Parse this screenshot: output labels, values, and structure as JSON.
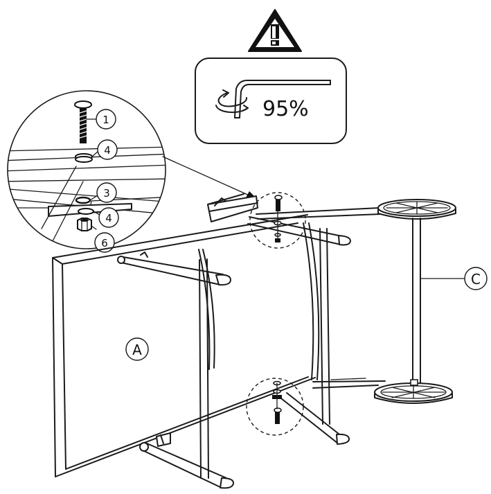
{
  "torque_box": {
    "torque_value": "95%",
    "wrench_icon": "hex-key-icon",
    "rotation_icon": "clockwise-rotation-icon"
  },
  "warning": {
    "icon": "warning-triangle-icon"
  },
  "callouts": {
    "bolt": "1",
    "washer_top": "4",
    "spring_washer": "3",
    "washer_bottom": "4",
    "nut": "6"
  },
  "parts": {
    "frame_label": "A",
    "leg_label": "C"
  }
}
